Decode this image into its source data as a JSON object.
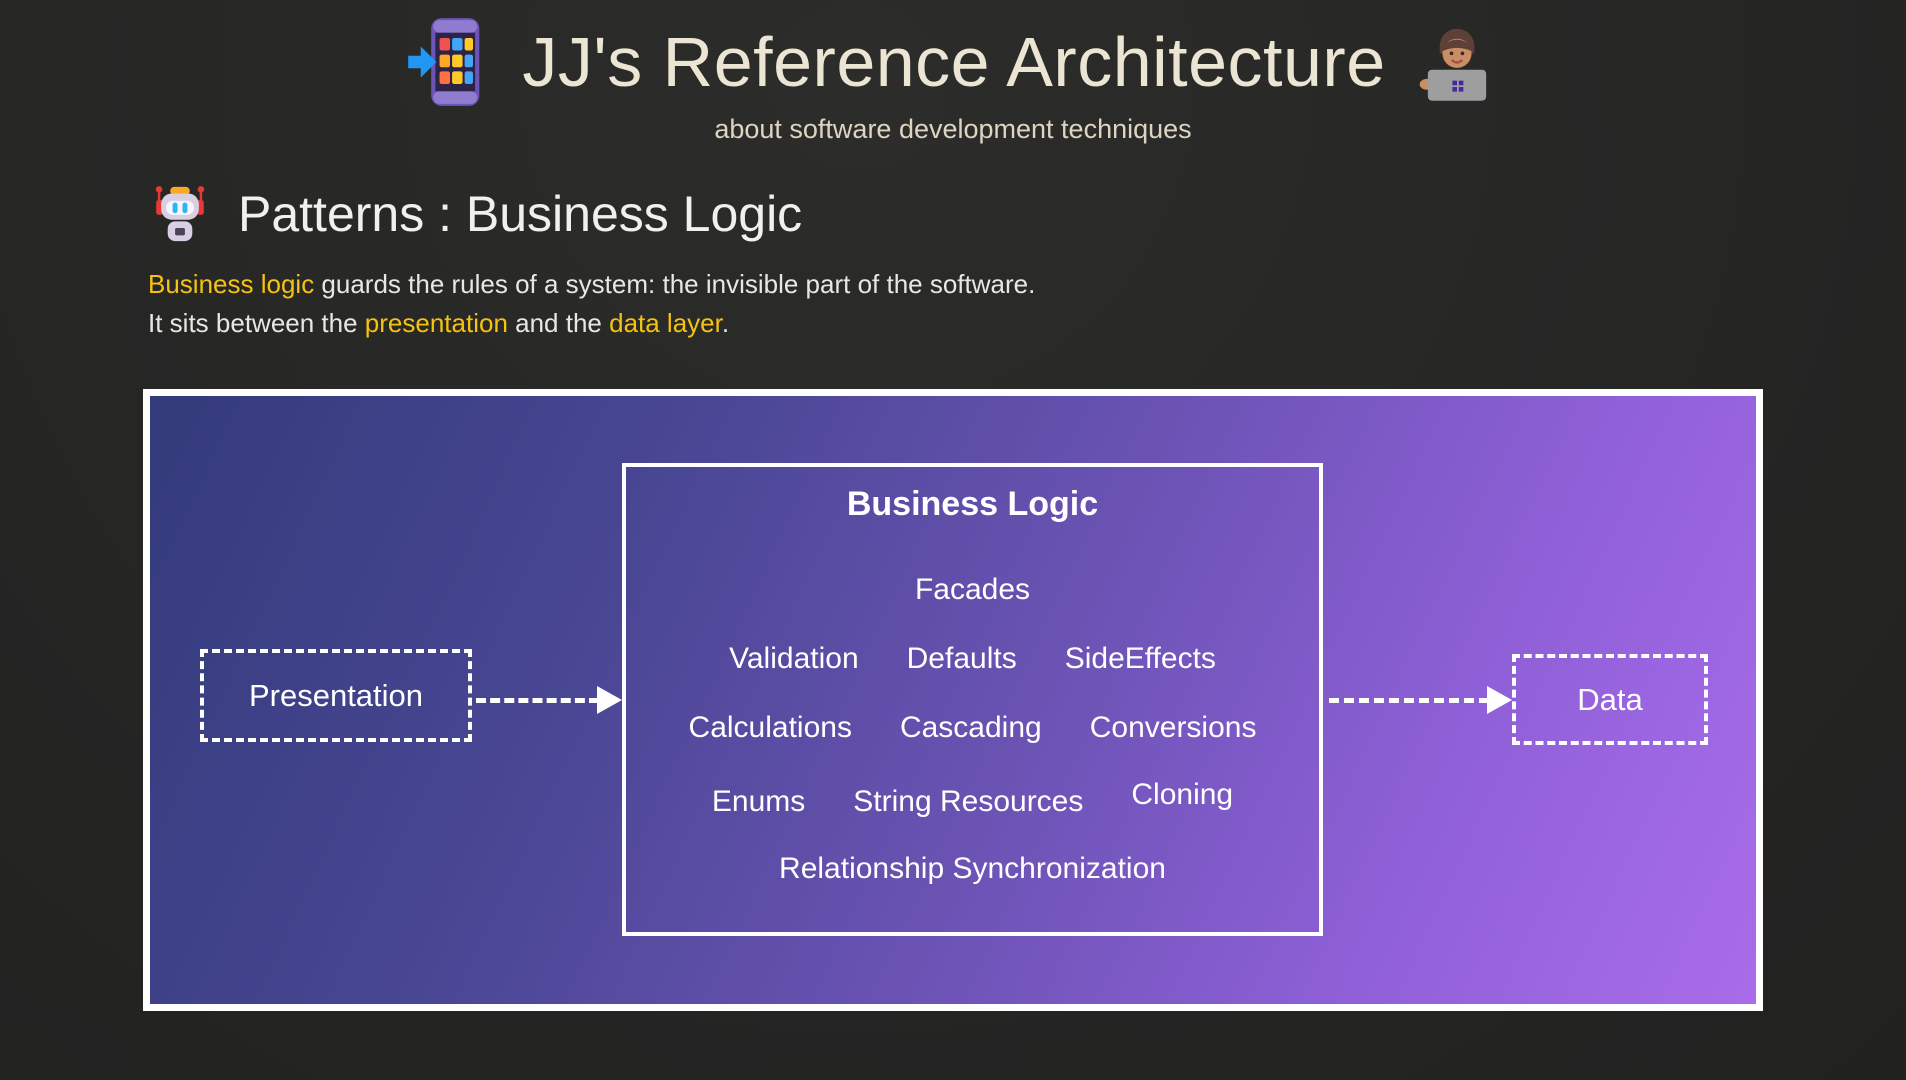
{
  "header": {
    "title": "JJ's Reference Architecture",
    "subtitle": "about software development techniques"
  },
  "section": {
    "heading": "Patterns : Business Logic"
  },
  "intro": {
    "line1": {
      "highlight": "Business logic",
      "rest": " guards the rules of a system: the invisible part of the software."
    },
    "line2": {
      "start": "It sits between the ",
      "link1": "presentation",
      "middle": " and the ",
      "link2": "data layer",
      "end": "."
    }
  },
  "diagram": {
    "presentation": {
      "label": "Presentation"
    },
    "data": {
      "label": "Data"
    },
    "business_logic": {
      "title": "Business Logic",
      "rows": [
        [
          "Facades"
        ],
        [
          "Validation",
          "Defaults",
          "SideEffects"
        ],
        [
          "Calculations",
          "Cascading",
          "Conversions"
        ],
        [
          "Enums",
          "String Resources",
          "Cloning"
        ],
        [
          "Relationship Synchronization"
        ]
      ]
    }
  },
  "icons": {
    "phone_arrow": "mobile-phone-with-arrow",
    "technologist": "person-technologist",
    "robot": "robot-face"
  },
  "colors": {
    "accent_yellow": "#f5c211",
    "title_cream": "#ece5d3",
    "diagram_gradient_start": "#333b7a",
    "diagram_gradient_end": "#a96ceb",
    "page_background": "#262625"
  }
}
